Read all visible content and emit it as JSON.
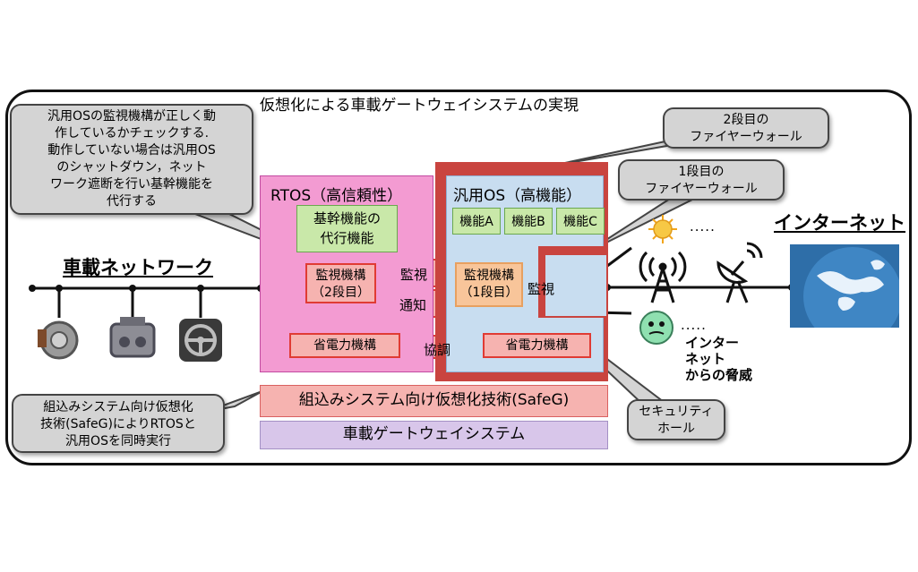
{
  "title": "仮想化による車載ゲートウェイシステムの実現",
  "callouts": {
    "monitor": "汎用OSの監視機構が正しく動\n作しているかチェックする.\n動作していない場合は汎用OS\nのシャットダウン，ネット\nワーク遮断を行い基幹機能を\n代行する",
    "safeg_note": "組込みシステム向け仮想化\n技術(SafeG)によりRTOSと\n汎用OSを同時実行",
    "fw2": "2段目の\nファイヤーウォール",
    "fw1": "1段目の\nファイヤーウォール",
    "hole": "セキュリティ\nホール"
  },
  "rtos": {
    "title": "RTOS（高信頼性）",
    "backup": "基幹機能の\n代行機能",
    "monitor": "監視機構\n（2段目）",
    "power": "省電力機構"
  },
  "gpos": {
    "title": "汎用OS（高機能）",
    "functions": [
      "機能A",
      "機能B",
      "機能C"
    ],
    "monitor": "監視機構\n（1段目）",
    "power": "省電力機構"
  },
  "arrows": {
    "watch": "監視",
    "notify": "通知",
    "coop": "協調",
    "watch_fw": "監視"
  },
  "safeg": "組込みシステム向け仮想化技術(SafeG)",
  "gateway": "車載ゲートウェイシステム",
  "network_label": "車載ネットワーク",
  "internet_label": "インターネット",
  "threat_label": "インター\nネット\nからの脅威",
  "dots": ".....",
  "colors": {
    "rtos": "#f39bd2",
    "gpos": "#c8ddf0",
    "firewall": "#c9443f",
    "function": "#c9e8a9",
    "safeg": "#f6b3b0",
    "gateway": "#d8c6ea"
  }
}
